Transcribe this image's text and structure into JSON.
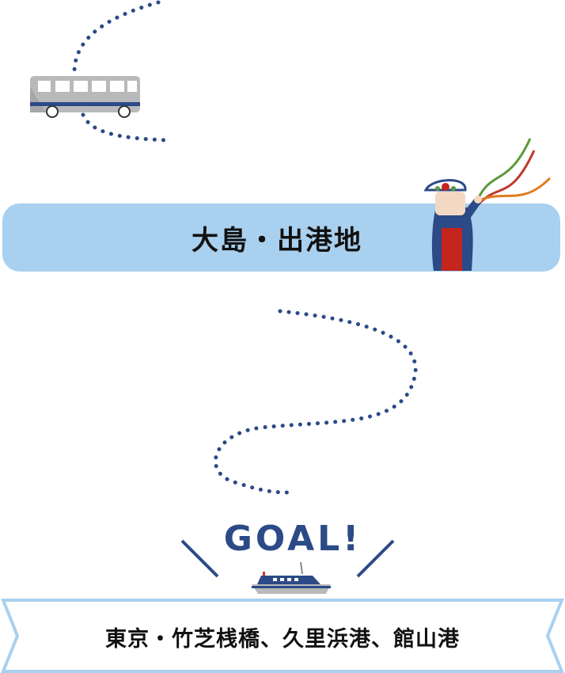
{
  "departure": {
    "label": "大島・出港地"
  },
  "goal": {
    "label": "GOAL!"
  },
  "destination": {
    "label": "東京・竹芝桟橋、久里浜港、館山港"
  },
  "colors": {
    "route_dots": "#2b4a87",
    "departure_bg": "#a9d0ee",
    "destination_border": "#a9d0ee",
    "goal_text": "#2b4a87",
    "bus_body": "#b8b9bb",
    "bus_stripe": "#2b4a87"
  },
  "icons": [
    "bus-icon",
    "oshima-anko-mascot-icon",
    "ferry-icon"
  ]
}
